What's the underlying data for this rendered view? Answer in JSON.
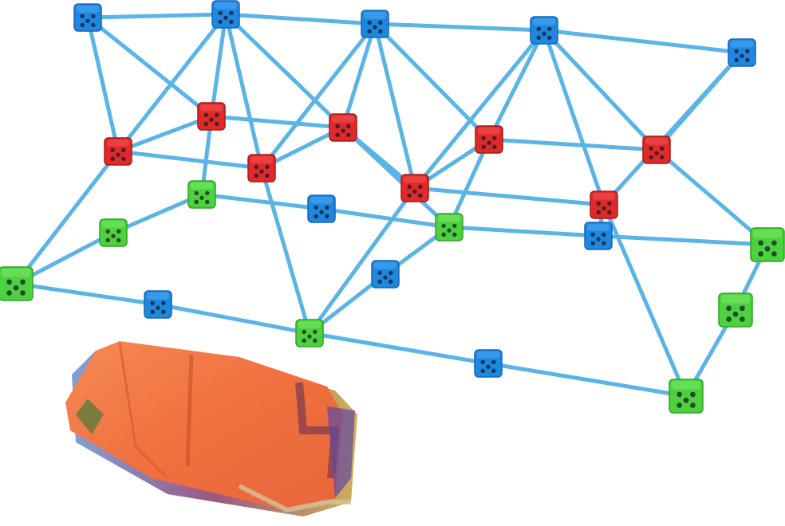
{
  "colors": {
    "rod": "#5ab4e6",
    "cube_blue": "#1e88e0",
    "cube_red": "#e02a2a",
    "cube_green": "#4cd23c",
    "fabric_orange": "#f27a4a",
    "fabric_dark": "#8a3a2c"
  },
  "icons": {
    "blue_connector": "blue-connector-cube",
    "red_connector": "red-connector-cube",
    "green_connector": "green-connector-cube",
    "fabric": "folded-fabric-cover"
  }
}
